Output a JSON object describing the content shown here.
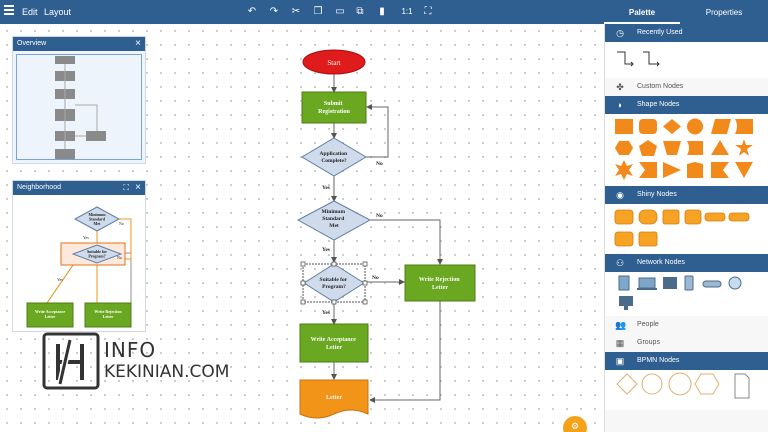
{
  "menu": {
    "edit": "Edit",
    "layout": "Layout"
  },
  "toolbar": {
    "zoom_label": "1:1"
  },
  "tabs": {
    "palette": "Palette",
    "properties": "Properties"
  },
  "overview": {
    "title": "Overview"
  },
  "neighborhood": {
    "title": "Neighborhood",
    "nodes": {
      "decision": "Minimum Standard Met",
      "suitable": "Suitable for Program?",
      "acceptance": "Write Acceptance Letter",
      "rejection": "Write Rejection Letter"
    }
  },
  "flow": {
    "start": "Start",
    "submit": "Submit Registration",
    "complete": "Application Complete?",
    "minimum": "Minimum Standard Met",
    "suitable": "Suitable for Program?",
    "rejection": "Write Rejection Letter",
    "acceptance": "Write Acceptance Letter",
    "letter": "Letter",
    "yes": "Yes",
    "no": "No"
  },
  "palette": {
    "recently_used": "Recently Used",
    "custom_nodes": "Custom Nodes",
    "shape_nodes": "Shape Nodes",
    "shiny_nodes": "Shiny Nodes",
    "network_nodes": "Network Nodes",
    "people": "People",
    "groups": "Groups",
    "bpmn_nodes": "BPMN Nodes"
  },
  "watermark": {
    "line1": "INFO",
    "line2": "KEKINIAN.COM"
  },
  "colors": {
    "header": "#2f5f91",
    "start": "#e01b1b",
    "process": "#6aa821",
    "decision": "#cfdaea",
    "letter": "#f29418",
    "shape": "#f28a1b"
  }
}
